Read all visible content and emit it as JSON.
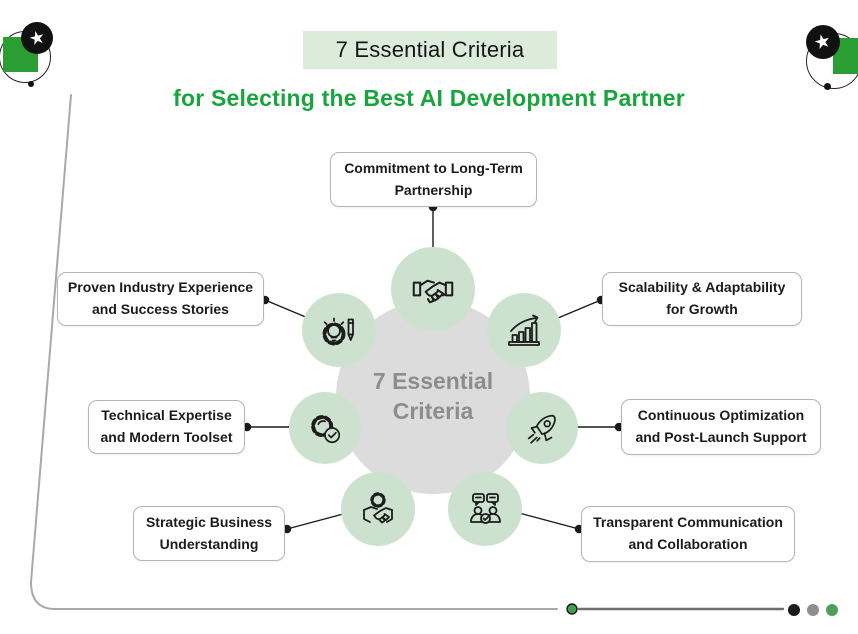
{
  "header": {
    "title": "7 Essential Criteria",
    "subtitle": "for Selecting the Best AI Development Partner"
  },
  "center": {
    "label": "7 Essential Criteria"
  },
  "nodes": [
    {
      "label": "Commitment to Long-Term Partnership",
      "icon": "handshake-icon",
      "position": "top"
    },
    {
      "label": "Scalability & Adaptability for Growth",
      "icon": "growth-chart-icon",
      "position": "upper-right"
    },
    {
      "label": "Continuous Optimization and Post-Launch Support",
      "icon": "rocket-icon",
      "position": "right"
    },
    {
      "label": "Transparent Communication and Collaboration",
      "icon": "people-chat-icon",
      "position": "lower-right"
    },
    {
      "label": "Strategic Business Understanding",
      "icon": "handshake-gear-icon",
      "position": "lower-left"
    },
    {
      "label": "Technical Expertise and Modern Toolset",
      "icon": "gear-check-icon",
      "position": "left"
    },
    {
      "label": "Proven Industry Experience and Success Stories",
      "icon": "idea-gear-pencil-icon",
      "position": "upper-left"
    }
  ],
  "decorations": {
    "corner_star_glyph": "★",
    "square_color": "#2b9e33"
  },
  "colors": {
    "accent_green": "#18a53e",
    "node_fill": "#cde2ce",
    "center_fill": "#dcdcdc",
    "title_background": "#dcecdb",
    "line_dark": "#1b1b1b",
    "frame_gray": "#a9a9a9"
  },
  "footer": {
    "marker_dot_color": "#3f9e52",
    "pagination_dots": [
      "#1b1b1b",
      "#8e8e8e",
      "#4f9f60"
    ]
  }
}
